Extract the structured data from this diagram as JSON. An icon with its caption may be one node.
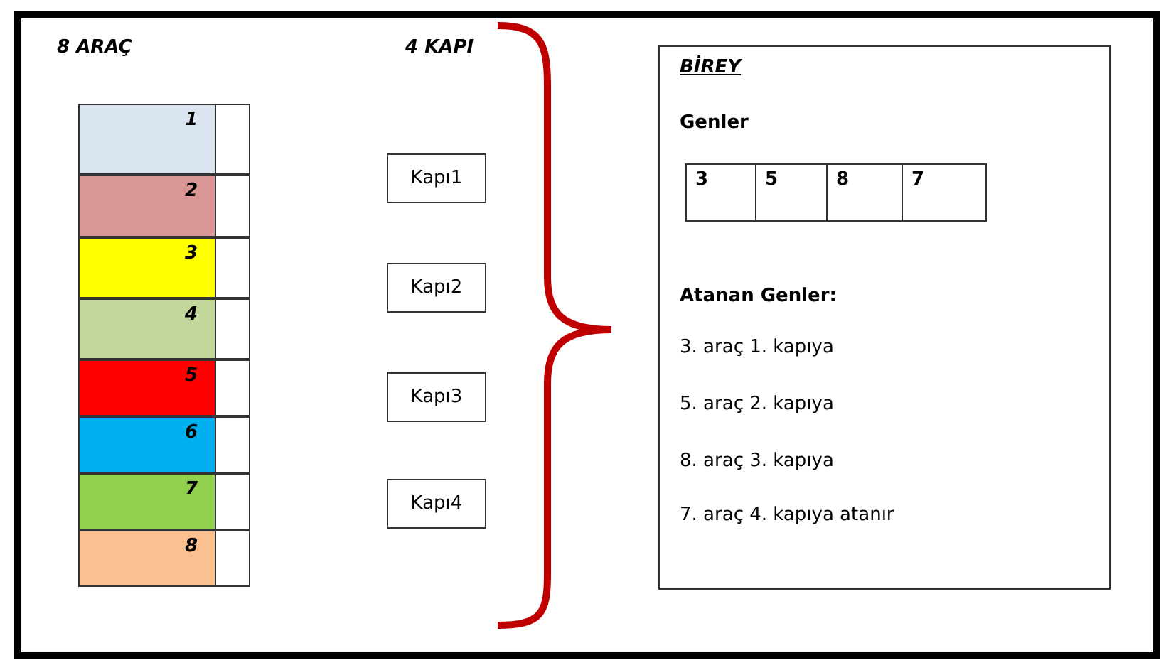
{
  "diagram": {
    "nodes": [
      {
        "text": [
          "1"
        ]
      },
      {
        "text": [
          "2"
        ]
      },
      {
        "text": [
          "3"
        ]
      },
      {
        "text": [
          "4"
        ]
      },
      {
        "text": [
          "5"
        ]
      },
      {
        "text": [
          "6"
        ]
      },
      {
        "text": [
          "7"
        ]
      },
      {
        "text": [
          "8"
        ]
      },
      {
        "text": [
          "Kapı1"
        ]
      },
      {
        "text": [
          "Kapı2"
        ]
      },
      {
        "text": [
          "Kapı3"
        ]
      },
      {
        "text": [
          "Kapı4"
        ]
      },
      {
        "text": [
          "BİREY",
          "Genler",
          "Atanan Genler:",
          "3. araç 1. kapıya",
          "5. araç 2. kapıya",
          "8. araç 3. kapıya",
          "7. araç 4. kapıya atanır"
        ]
      },
      {
        "text": [
          "3"
        ],
        "in": 12
      },
      {
        "text": [
          "5"
        ],
        "in": 12
      },
      {
        "text": [
          "8"
        ],
        "in": 12
      },
      {
        "text": [
          "7"
        ],
        "in": 12
      }
    ],
    "edges": [],
    "labels": [
      "8 ARAÇ",
      "4 KAPI"
    ]
  }
}
